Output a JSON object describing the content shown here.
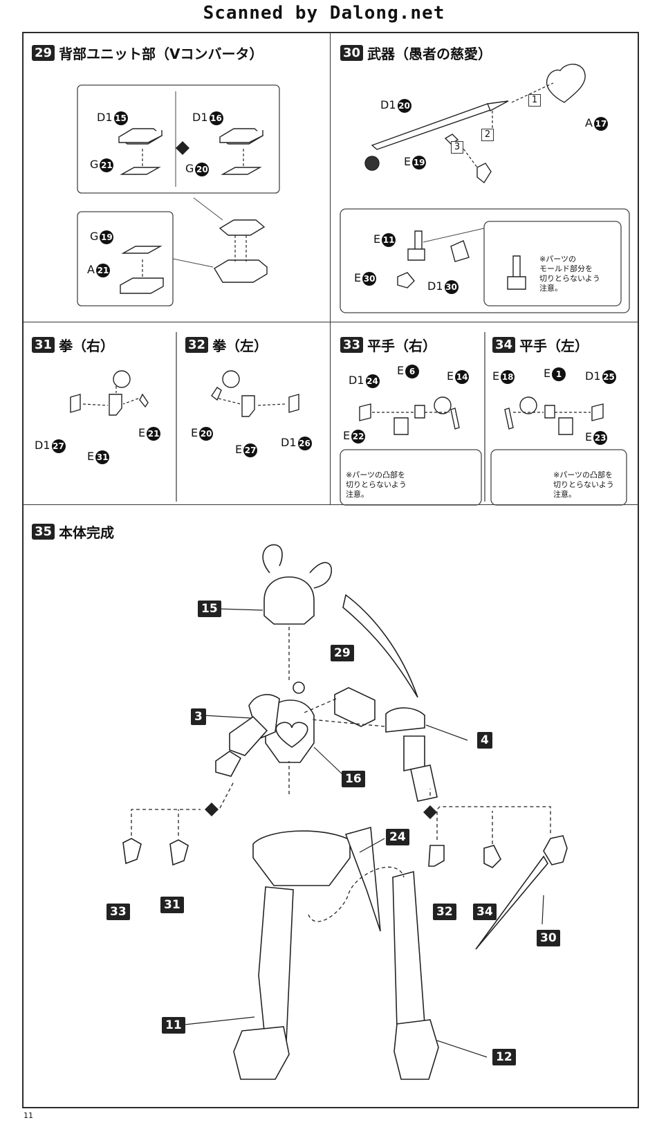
{
  "scan_header": "Scanned by Dalong.net",
  "page_number": "11",
  "steps": {
    "s29": {
      "num": "29",
      "title": "背部ユニット部（Vコンバータ）",
      "labels": {
        "d1_15": "D1",
        "d1_15n": "15",
        "d1_16": "D1",
        "d1_16n": "16",
        "g21": "G",
        "g21n": "21",
        "g20": "G",
        "g20n": "20",
        "g19": "G",
        "g19n": "19",
        "a21": "A",
        "a21n": "21"
      }
    },
    "s30": {
      "num": "30",
      "title": "武器（愚者の慈愛）",
      "labels": {
        "d1_20": "D1",
        "d1_20n": "20",
        "a17": "A",
        "a17n": "17",
        "e19": "E",
        "e19n": "19",
        "e11": "E",
        "e11n": "11",
        "e30": "E",
        "e30n": "30",
        "d1_30": "D1",
        "d1_30n": "30"
      },
      "order": [
        "1",
        "2",
        "3"
      ],
      "note": "※パーツの\nモールド部分を\n切りとらないよう\n注意。"
    },
    "s31": {
      "num": "31",
      "title": "拳（右）",
      "labels": {
        "d1": "D1",
        "d1n": "27",
        "e21": "E",
        "e21n": "21",
        "e31": "E",
        "e31n": "31"
      }
    },
    "s32": {
      "num": "32",
      "title": "拳（左）",
      "labels": {
        "e20": "E",
        "e20n": "20",
        "e27": "E",
        "e27n": "27",
        "d1": "D1",
        "d1n": "26"
      }
    },
    "s33": {
      "num": "33",
      "title": "平手（右）",
      "labels": {
        "d1": "D1",
        "d1n": "24",
        "e6": "E",
        "e6n": "6",
        "e14": "E",
        "e14n": "14",
        "e22": "E",
        "e22n": "22"
      },
      "note": "※パーツの凸部を\n切りとらないよう\n注意。"
    },
    "s34": {
      "num": "34",
      "title": "平手（左）",
      "labels": {
        "e18": "E",
        "e18n": "18",
        "e1": "E",
        "e1n": "1",
        "d1": "D1",
        "d1n": "25",
        "e23": "E",
        "e23n": "23"
      },
      "note": "※パーツの凸部を\n切りとらないよう\n注意。"
    },
    "s35": {
      "num": "35",
      "title": "本体完成",
      "callouts": {
        "c15": "15",
        "c29": "29",
        "c3": "3",
        "c4": "4",
        "c16": "16",
        "c24": "24",
        "c33": "33",
        "c31": "31",
        "c32": "32",
        "c34": "34",
        "c30": "30",
        "c11": "11",
        "c12": "12"
      }
    }
  }
}
